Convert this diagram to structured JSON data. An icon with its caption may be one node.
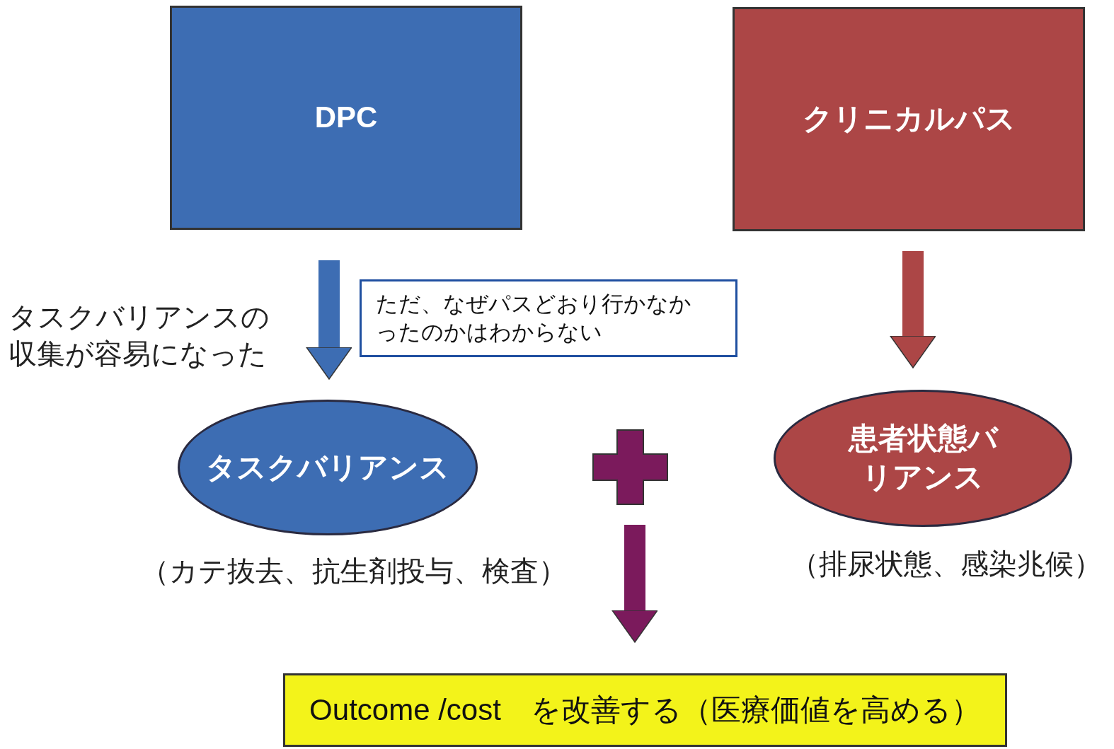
{
  "diagram": {
    "nodes": [
      {
        "text": [
          "DPC"
        ]
      },
      {
        "text": [
          "クリニカルパス"
        ]
      },
      {
        "text": [
          "ただ、なぜパスどおり行かなかったのかはわからない"
        ]
      },
      {
        "text": [
          "タスクバリアンス"
        ],
        "beside": [
          "（カテ抜去、抗生剤投与、検査）"
        ]
      },
      {
        "text": [
          "患者状態バリアンス"
        ],
        "beside": [
          "（排尿状態、感染兆候）"
        ]
      },
      {
        "text": [],
        "shape": "plus"
      },
      {
        "text": [
          "Outcome /cost　を改善する（医療価値を高める）"
        ]
      }
    ],
    "edges": [
      {
        "from": 0,
        "to": 3,
        "arrow": "to",
        "label": "タスクバリアンスの収集が容易になった",
        "color": "#3d6db3"
      },
      {
        "from": 1,
        "to": 4,
        "arrow": "to",
        "color": "#ac4646"
      },
      {
        "from": 5,
        "to": 6,
        "arrow": "to",
        "color": "#7b1a5c"
      }
    ]
  }
}
